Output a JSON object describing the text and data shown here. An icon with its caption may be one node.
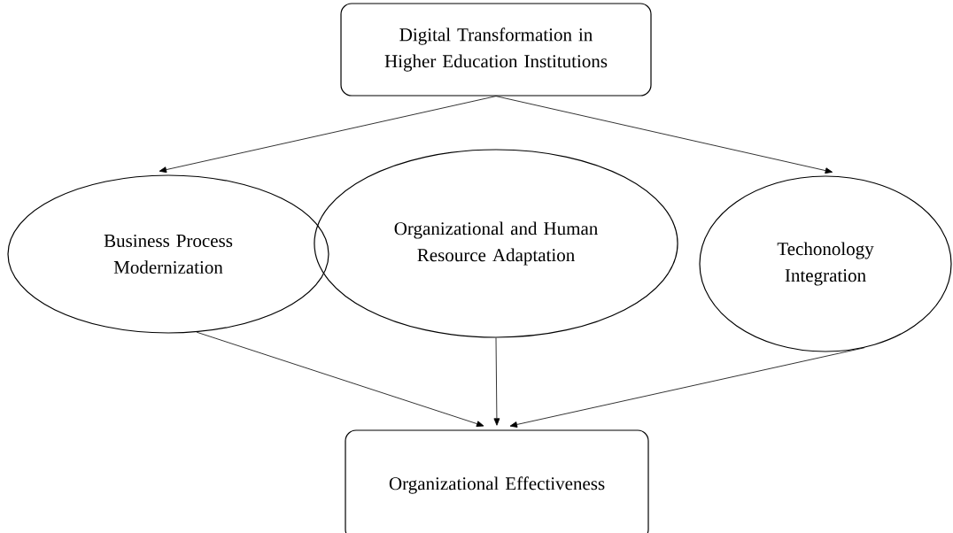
{
  "diagram": {
    "nodes": [
      {
        "text": [
          "Digital Transformation in Higher Education Institutions"
        ]
      },
      {
        "text": [
          "Business Process Modernization"
        ]
      },
      {
        "text": [
          "Organizational and Human Resource Adaptation"
        ]
      },
      {
        "text": [
          "Techonology Integration"
        ]
      },
      {
        "text": [
          "Organizational Effectiveness"
        ]
      }
    ],
    "edges": [
      {
        "from": 0,
        "to": 1,
        "arrow": "to"
      },
      {
        "from": 0,
        "to": 3,
        "arrow": "to"
      },
      {
        "from": 1,
        "to": 4,
        "arrow": "to"
      },
      {
        "from": 2,
        "to": 4,
        "arrow": "to"
      },
      {
        "from": 3,
        "to": 4,
        "arrow": "to"
      }
    ]
  }
}
